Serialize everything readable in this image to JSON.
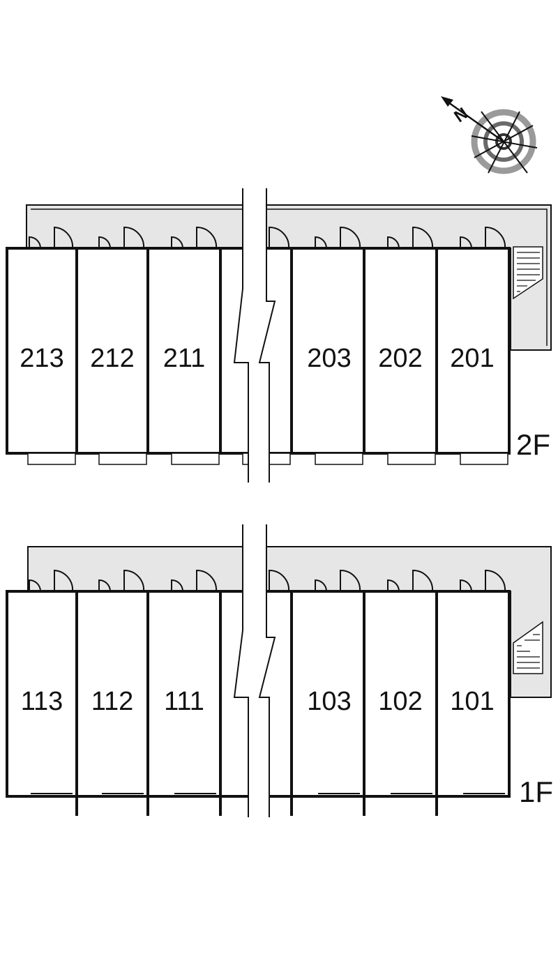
{
  "compass": {
    "north_label": "N"
  },
  "floors": [
    {
      "label": "2F",
      "rooms": [
        "213",
        "212",
        "211",
        "",
        "203",
        "202",
        "201"
      ]
    },
    {
      "label": "1F",
      "rooms": [
        "113",
        "112",
        "111",
        "",
        "103",
        "102",
        "101"
      ]
    }
  ],
  "colors": {
    "corridor": "#e6e6e6",
    "wall": "#111111",
    "compass_ring": "#8a8a8a"
  }
}
